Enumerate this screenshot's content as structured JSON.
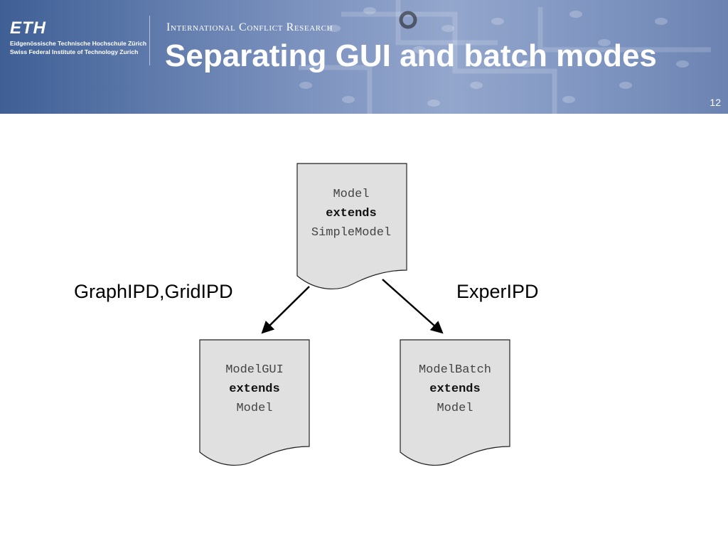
{
  "header": {
    "logo": "ETH",
    "institution_line1": "Eidgenössische Technische Hochschule Zürich",
    "institution_line2": "Swiss Federal Institute of Technology Zurich",
    "institute_name": "International Conflict Research"
  },
  "slide": {
    "title": "Separating GUI and batch modes",
    "page_number": "12"
  },
  "diagram": {
    "nodes": [
      {
        "id": "model",
        "line1": "Model",
        "line2": "extends",
        "line3": "SimpleModel"
      },
      {
        "id": "model-gui",
        "line1": "ModelGUI",
        "line2": "extends",
        "line3": "Model"
      },
      {
        "id": "model-batch",
        "line1": "ModelBatch",
        "line2": "extends",
        "line3": "Model"
      }
    ],
    "edge_labels": {
      "left": "GraphIPD,GridIPD",
      "right": "ExperIPD"
    }
  },
  "colors": {
    "header_blue": "#5a76a8",
    "document_fill": "#e0e0e0",
    "arrow": "#000000"
  }
}
